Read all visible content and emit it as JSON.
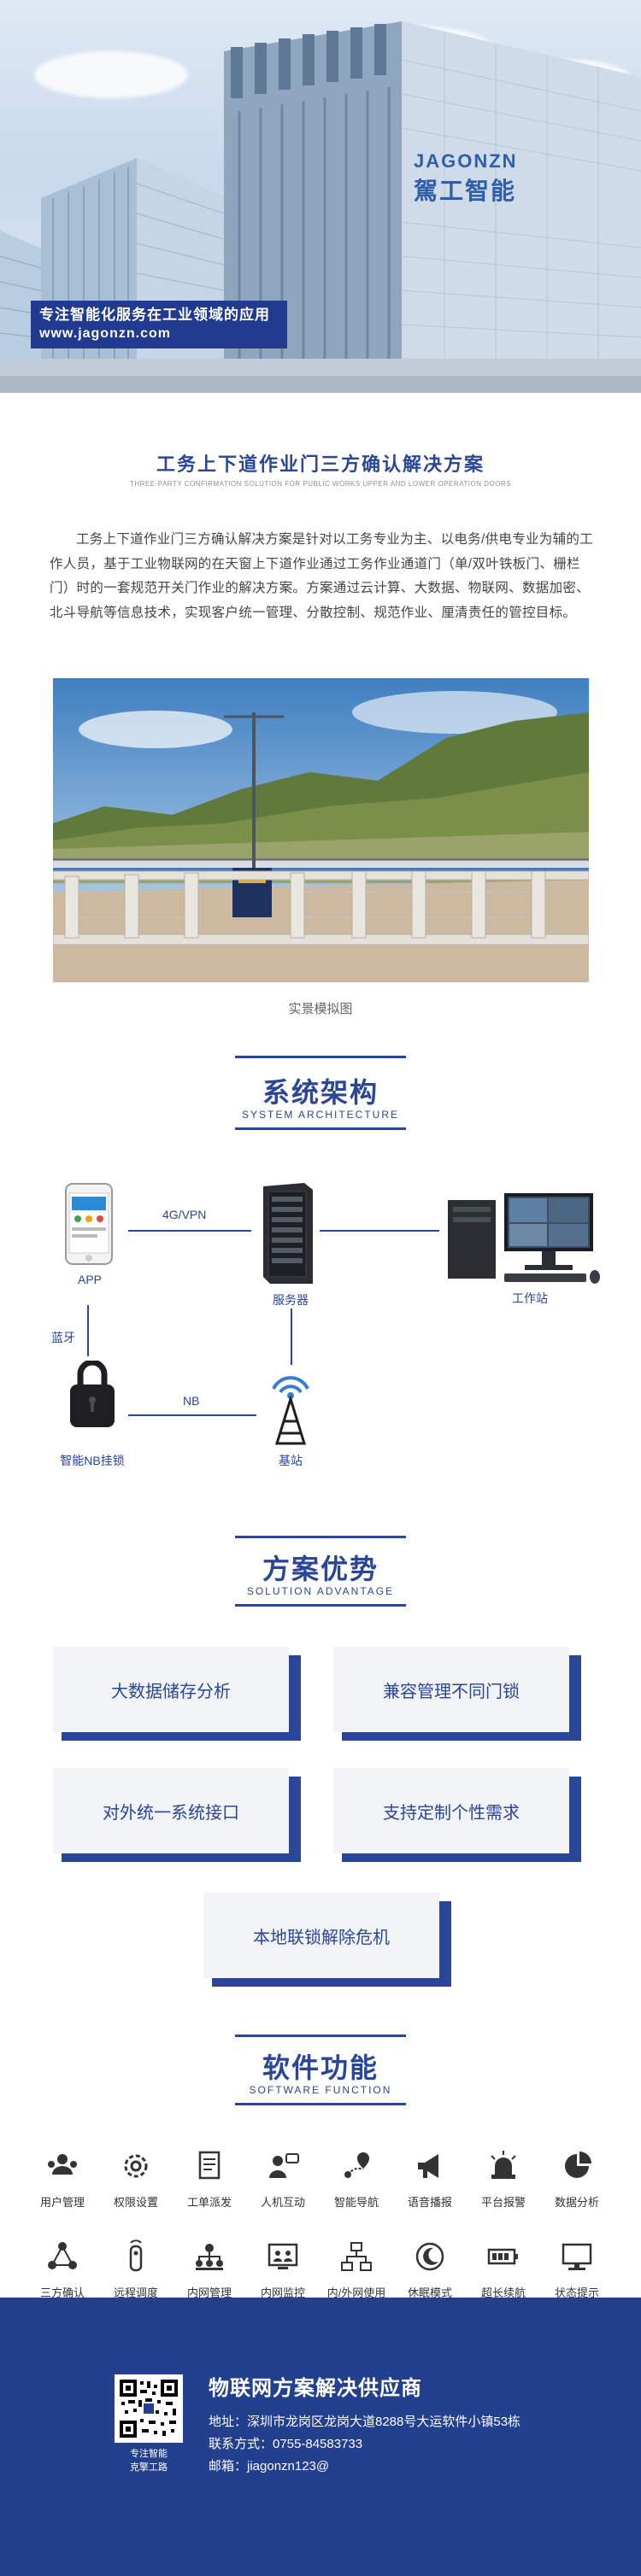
{
  "hero": {
    "slogan": "专注智能化服务在工业领域的应用",
    "url": "www.jagonzn.com",
    "brand_en": "JAGONZN",
    "brand_cn": "駕工智能"
  },
  "title": {
    "main": "工务上下道作业门三方确认解决方案",
    "sub": "THREE-PARTY CONFIRMATION SOLUTION FOR PUBLIC WORKS UPPER AND LOWER OPERATION DOORS"
  },
  "intro": "工务上下道作业门三方确认解决方案是针对以工务专业为主、以电务/供电专业为辅的工作人员，基于工业物联网的在天窗上下道作业通过工务作业通道门（单/双叶铁板门、栅栏门）时的一套规范开关门作业的解决方案。方案通过云计算、大数据、物联网、数据加密、北斗导航等信息技术，实现客户统一管理、分散控制、规范作业、厘清责任的管控目标。",
  "photo_caption": "实景模拟图",
  "architecture": {
    "title_cn": "系统架构",
    "title_en": "SYSTEM ARCHITECTURE",
    "nodes": {
      "app": "APP",
      "server": "服务器",
      "workstation": "工作站",
      "lock": "智能NB挂锁",
      "station": "基站"
    },
    "links": {
      "app_server": "4G/VPN",
      "app_lock": "蓝牙",
      "lock_station": "NB"
    }
  },
  "advantage": {
    "title_cn": "方案优势",
    "title_en": "SOLUTION ADVANTAGE",
    "items": [
      "大数据储存分析",
      "兼容管理不同门锁",
      "对外统一系统接口",
      "支持定制个性需求",
      "本地联锁解除危机"
    ]
  },
  "software": {
    "title_cn": "软件功能",
    "title_en": "SOFTWARE FUNCTION",
    "row1": [
      {
        "label": "用户管理",
        "icon": "users-icon"
      },
      {
        "label": "权限设置",
        "icon": "gear-icon"
      },
      {
        "label": "工单派发",
        "icon": "document-icon"
      },
      {
        "label": "人机互动",
        "icon": "chat-icon"
      },
      {
        "label": "智能导航",
        "icon": "navigation-icon"
      },
      {
        "label": "语音播报",
        "icon": "megaphone-icon"
      },
      {
        "label": "平台报警",
        "icon": "alarm-icon"
      },
      {
        "label": "数据分析",
        "icon": "pie-chart-icon"
      }
    ],
    "row2": [
      {
        "label": "三方确认",
        "icon": "triangle-nodes-icon"
      },
      {
        "label": "远程调度",
        "icon": "remote-icon"
      },
      {
        "label": "内网管理",
        "icon": "network-users-icon"
      },
      {
        "label": "内网监控",
        "icon": "monitor-users-icon"
      },
      {
        "label": "内/外网使用",
        "icon": "topology-icon"
      },
      {
        "label": "休眠模式",
        "icon": "moon-icon"
      },
      {
        "label": "超长续航",
        "icon": "battery-icon"
      },
      {
        "label": "状态提示",
        "icon": "display-icon"
      }
    ]
  },
  "footer": {
    "company": "物联网方案解决供应商",
    "address": "地址：深圳市龙岗区龙岗大道8288号大运软件小镇53栋",
    "phone": "联系方式：0755-84583733",
    "email": "邮箱：jiagonzn123@",
    "qr_caption1": "专注智能",
    "qr_caption2": "克擎工路"
  },
  "colors": {
    "brand_blue": "#2a4696",
    "footer_blue": "#23408f",
    "card_bg": "#f2f3f6"
  }
}
